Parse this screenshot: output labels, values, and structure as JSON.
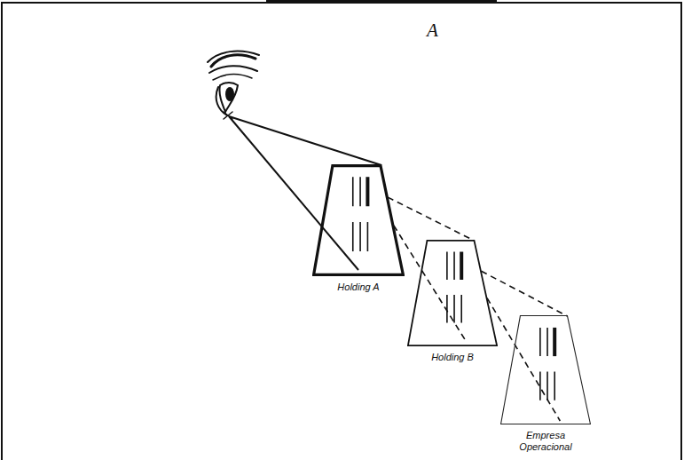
{
  "diagram": {
    "nodes": [
      {
        "text": [
          "Holding A"
        ]
      },
      {
        "text": [
          "Holding B"
        ]
      },
      {
        "text": [
          "Empresa Operacional"
        ]
      }
    ],
    "edges": [
      {
        "from": 0,
        "to": 1,
        "arrow": "none"
      },
      {
        "from": 1,
        "to": 2,
        "arrow": "none"
      }
    ],
    "labels": [
      "A"
    ]
  }
}
